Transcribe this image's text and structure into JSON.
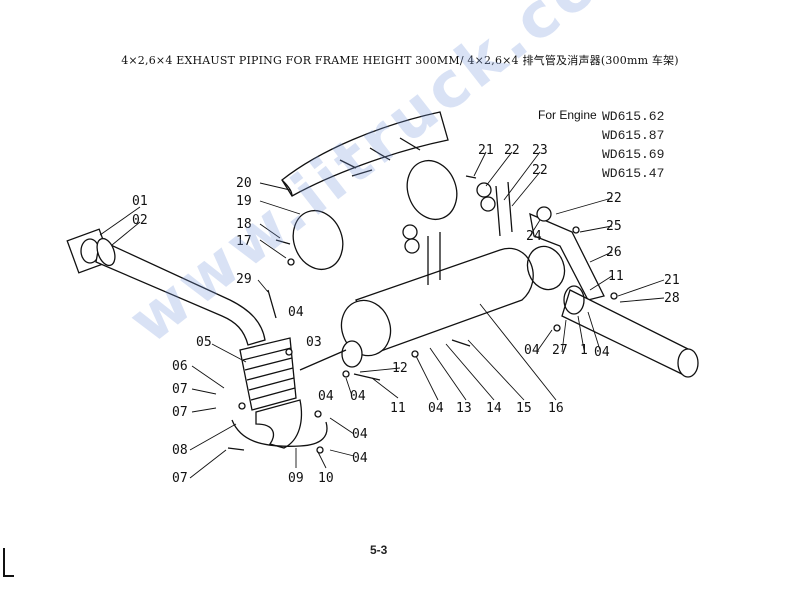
{
  "title": "4×2,6×4 EXHAUST PIPING FOR FRAME HEIGHT 300MM/ 4×2,6×4 排气管及消声器(300mm 车架)",
  "engine_label": "For Engine",
  "engines": [
    "WD615.62",
    "WD615.87",
    "WD615.69",
    "WD615.47"
  ],
  "watermark": "www.iitruck.com",
  "footer_mark": "5-3",
  "part_labels": [
    {
      "id": "p01a",
      "text": "01"
    },
    {
      "id": "p02",
      "text": "02"
    },
    {
      "id": "p20",
      "text": "20"
    },
    {
      "id": "p19",
      "text": "19"
    },
    {
      "id": "p18",
      "text": "18"
    },
    {
      "id": "p17",
      "text": "17"
    },
    {
      "id": "p29",
      "text": "29"
    },
    {
      "id": "p04a",
      "text": "04"
    },
    {
      "id": "p03",
      "text": "03"
    },
    {
      "id": "p05",
      "text": "05"
    },
    {
      "id": "p06",
      "text": "06"
    },
    {
      "id": "p07a",
      "text": "07"
    },
    {
      "id": "p07b",
      "text": "07"
    },
    {
      "id": "p08",
      "text": "08"
    },
    {
      "id": "p07c",
      "text": "07"
    },
    {
      "id": "p09",
      "text": "09"
    },
    {
      "id": "p10",
      "text": "10"
    },
    {
      "id": "p04b",
      "text": "04"
    },
    {
      "id": "p04c",
      "text": "04"
    },
    {
      "id": "p04d",
      "text": "04"
    },
    {
      "id": "p04e",
      "text": "04"
    },
    {
      "id": "p11a",
      "text": "11"
    },
    {
      "id": "p12",
      "text": "12"
    },
    {
      "id": "p04f",
      "text": "04"
    },
    {
      "id": "p13",
      "text": "13"
    },
    {
      "id": "p14",
      "text": "14"
    },
    {
      "id": "p15",
      "text": "15"
    },
    {
      "id": "p16",
      "text": "16"
    },
    {
      "id": "p21a",
      "text": "21"
    },
    {
      "id": "p22a",
      "text": "22"
    },
    {
      "id": "p23",
      "text": "23"
    },
    {
      "id": "p22b",
      "text": "22"
    },
    {
      "id": "p22c",
      "text": "22"
    },
    {
      "id": "p24",
      "text": "24"
    },
    {
      "id": "p25",
      "text": "25"
    },
    {
      "id": "p26",
      "text": "26"
    },
    {
      "id": "p11b",
      "text": "11"
    },
    {
      "id": "p21b",
      "text": "21"
    },
    {
      "id": "p28",
      "text": "28"
    },
    {
      "id": "p04g",
      "text": "04"
    },
    {
      "id": "p27",
      "text": "27"
    },
    {
      "id": "p01b",
      "text": "1"
    },
    {
      "id": "p04h",
      "text": "04"
    }
  ]
}
